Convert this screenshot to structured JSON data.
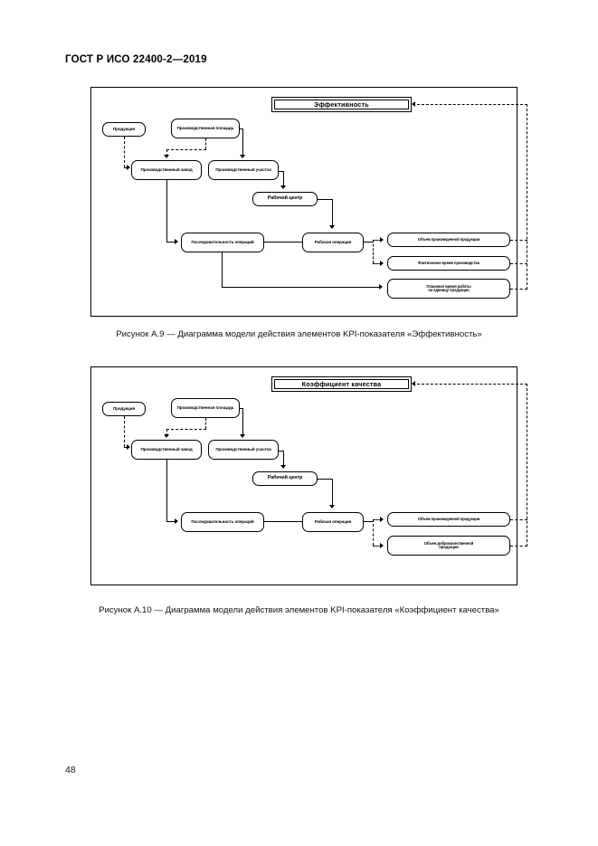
{
  "document": {
    "header": "ГОСТ Р ИСО 22400-2—2019",
    "page_number": "48"
  },
  "figures": [
    {
      "id": "a9",
      "kpi_title": "Эффективность",
      "caption": "Рисунок А.9 — Диаграмма модели действия элементов KPI-показателя «Эффективность»",
      "nodes": {
        "product": "Продукция",
        "production_area": "Производственная площадь",
        "production_plant": "Производственный завод",
        "production_site": "Производственный участок",
        "work_center": "Рабочий центр",
        "operation_sequence": "Последовательность операций",
        "work_operation": "Рабочая операция"
      },
      "metrics": [
        "Объем произведенной продукции",
        "Фактическое время производства",
        "Плановое время работы\nна единицу продукции"
      ],
      "metric_lines": [
        [
          "Объем произведенной продукции"
        ],
        [
          "Фактическое время производства"
        ],
        [
          "Плановое время работы",
          "на единицу продукции"
        ]
      ]
    },
    {
      "id": "a10",
      "kpi_title": "Коэффициент качества",
      "caption": "Рисунок А.10 — Диаграмма модели действия элементов KPI-показателя «Коэффициент качества»",
      "nodes": {
        "product": "Продукция",
        "production_area": "Производственная площадь",
        "production_plant": "Производственный завод",
        "production_site": "Производственный участок",
        "work_center": "Рабочий центр",
        "operation_sequence": "Последовательность операций",
        "work_operation": "Рабочая операция"
      },
      "metric_lines": [
        [
          "Объем произведенной продукции"
        ],
        [
          "Объем доброкачественной",
          "продукции"
        ]
      ]
    }
  ],
  "colors": {
    "ink": "#000000",
    "page": "#ffffff"
  }
}
